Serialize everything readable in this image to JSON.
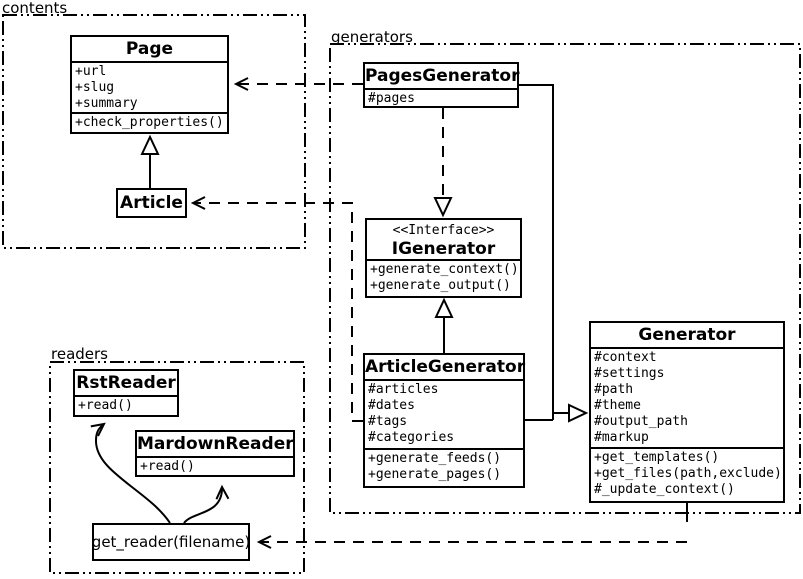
{
  "packages": {
    "contents": {
      "label": "contents"
    },
    "generators": {
      "label": "generators"
    },
    "readers": {
      "label": "readers"
    }
  },
  "classes": {
    "page": {
      "name": "Page",
      "attributes": [
        "+url",
        "+slug",
        "+summary"
      ],
      "methods": [
        "+check_properties()"
      ]
    },
    "article": {
      "name": "Article"
    },
    "pages_generator": {
      "name": "PagesGenerator",
      "attributes": [
        "#pages"
      ]
    },
    "igenerator": {
      "stereotype": "<<Interface>>",
      "name": "IGenerator",
      "methods": [
        "+generate_context()",
        "+generate_output()"
      ]
    },
    "article_generator": {
      "name": "ArticleGenerator",
      "attributes": [
        "#articles",
        "#dates",
        "#tags",
        "#categories"
      ],
      "methods": [
        "+generate_feeds()",
        "+generate_pages()"
      ]
    },
    "generator": {
      "name": "Generator",
      "attributes": [
        "#context",
        "#settings",
        "#path",
        "#theme",
        "#output_path",
        "#markup"
      ],
      "methods": [
        "+get_templates()",
        "+get_files(path,exclude)",
        "#_update_context()"
      ]
    },
    "rst_reader": {
      "name": "RstReader",
      "methods": [
        "+read()"
      ]
    },
    "mardown_reader": {
      "name": "MardownReader",
      "methods": [
        "+read()"
      ]
    }
  },
  "nodes": {
    "get_reader": {
      "label": "get_reader(filename)"
    }
  },
  "relationships": [
    {
      "from": "Article",
      "to": "Page",
      "type": "generalization"
    },
    {
      "from": "PagesGenerator",
      "to": "Page",
      "type": "dependency"
    },
    {
      "from": "ArticleGenerator",
      "to": "Article",
      "type": "dependency"
    },
    {
      "from": "PagesGenerator",
      "to": "IGenerator",
      "type": "realization"
    },
    {
      "from": "ArticleGenerator",
      "to": "IGenerator",
      "type": "generalization"
    },
    {
      "from": "PagesGenerator",
      "to": "Generator",
      "type": "generalization"
    },
    {
      "from": "ArticleGenerator",
      "to": "Generator",
      "type": "generalization"
    },
    {
      "from": "Generator",
      "to": "get_reader(filename)",
      "type": "dependency"
    },
    {
      "from": "get_reader(filename)",
      "to": "RstReader",
      "type": "call"
    },
    {
      "from": "get_reader(filename)",
      "to": "MardownReader",
      "type": "call"
    }
  ],
  "colors": {
    "line": "#000000",
    "background": "#ffffff",
    "box_fill": "#ffffff"
  }
}
